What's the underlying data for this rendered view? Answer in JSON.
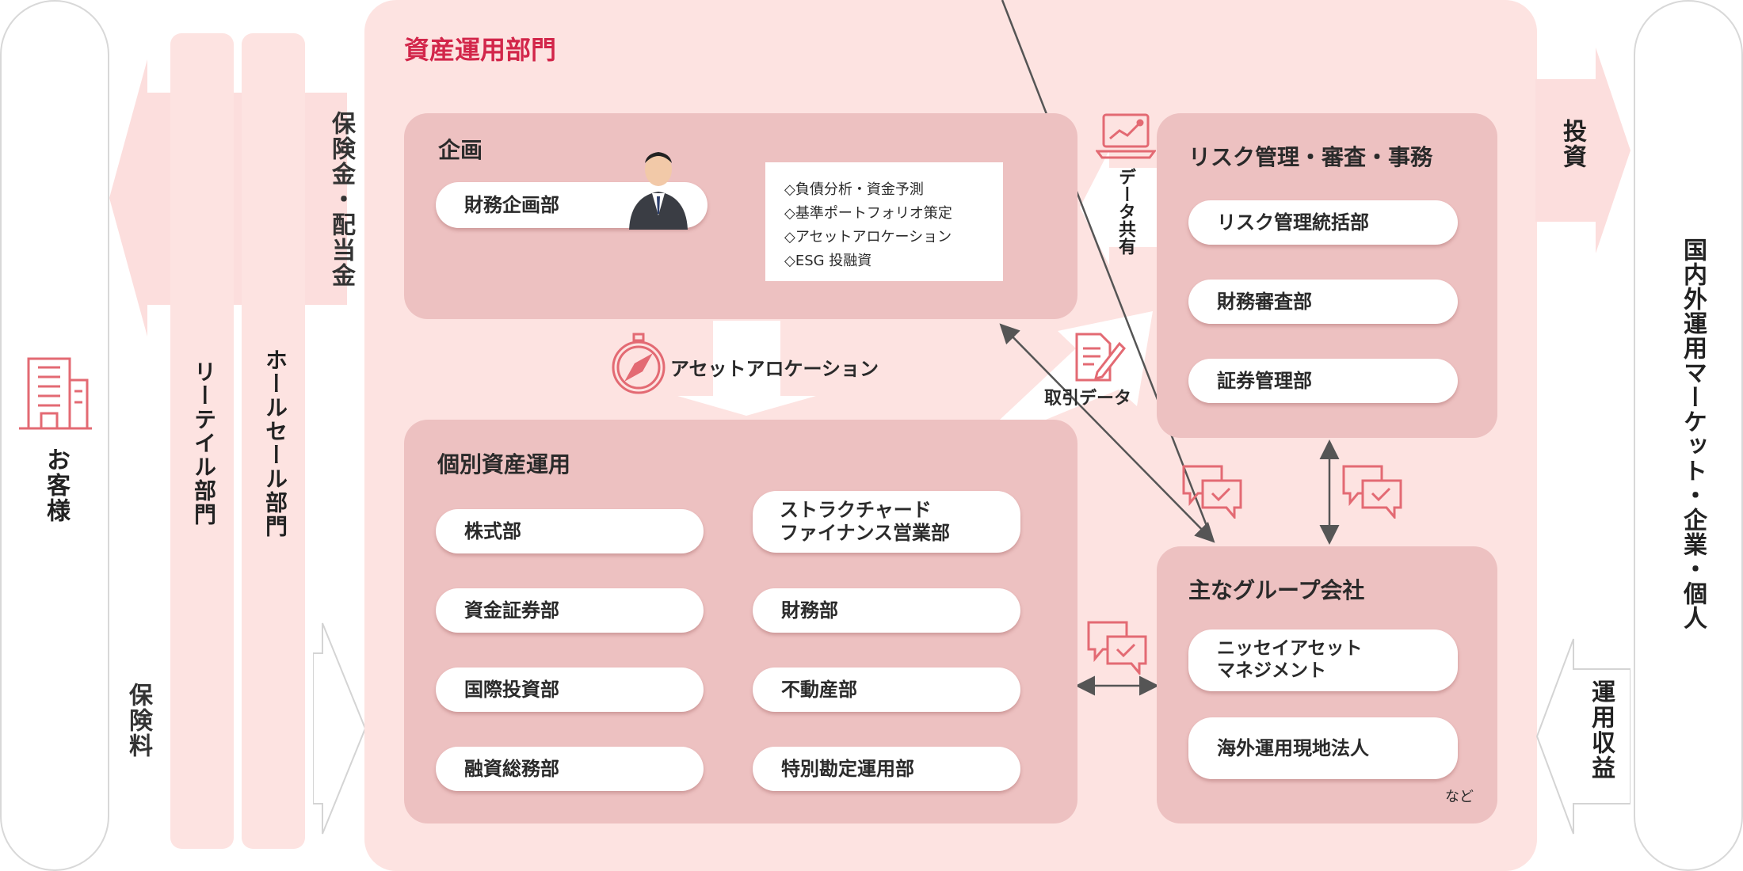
{
  "customers": {
    "label": "お客様"
  },
  "premium": {
    "label": "保険料"
  },
  "retail": {
    "label": "リーテイル部門"
  },
  "wholesale": {
    "label": "ホールセール部門"
  },
  "payout": {
    "label": "保険金・配当金"
  },
  "asset_mgmt": {
    "title": "資産運用部門"
  },
  "planning": {
    "title": "企画",
    "dept": "財務企画部",
    "tasks": [
      "◇負債分析・資金予測",
      "◇基準ポートフォリオ策定",
      "◇アセットアロケーション",
      "◇ESG 投融資"
    ]
  },
  "allocation": {
    "label": "アセットアロケーション"
  },
  "individual": {
    "title": "個別資産運用",
    "depts": [
      "株式部",
      "ストラクチャード\nファイナンス営業部",
      "資金証券部",
      "財務部",
      "国際投資部",
      "不動産部",
      "融資総務部",
      "特別勘定運用部"
    ]
  },
  "risk": {
    "title": "リスク管理・審査・事務",
    "depts": [
      "リスク管理統括部",
      "財務審査部",
      "証券管理部"
    ]
  },
  "data_share": {
    "label": "データ共有"
  },
  "trade_data": {
    "label": "取引データ"
  },
  "group": {
    "title": "主なグループ会社",
    "companies": [
      "ニッセイアセット\nマネジメント",
      "海外運用現地法人"
    ],
    "etc": "など"
  },
  "invest": {
    "label": "投資"
  },
  "market": {
    "label": "国内外運用マーケット・企業・個人"
  },
  "returns": {
    "label": "運用収益"
  },
  "colors": {
    "accent": "#d2264a",
    "box": "#edc1c1",
    "panel": "#fde3e1",
    "arrow": "#fcdedd"
  }
}
